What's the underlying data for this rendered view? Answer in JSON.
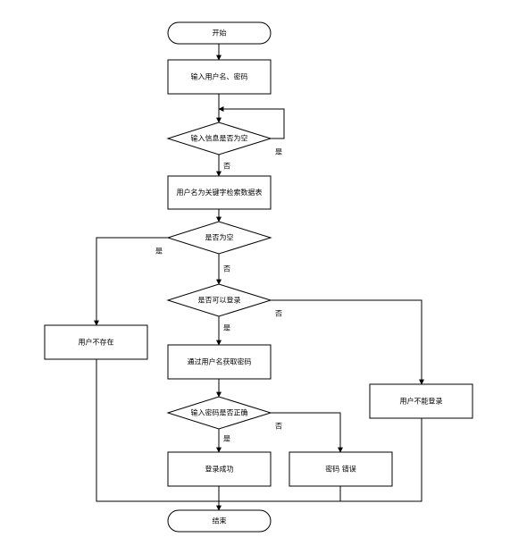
{
  "nodes": {
    "start": "开始",
    "input_user_pass": "输入用户名、密码",
    "check_input_empty": "输入信息是否为空",
    "search_db": "用户名为关键字检索数据表",
    "check_empty": "是否为空",
    "check_can_login": "是否可以登录",
    "user_not_exist": "用户不存在",
    "get_password": "通过用户名获取密码",
    "cannot_login": "用户不能登录",
    "check_password": "输入密码是否正确",
    "login_success": "登录成功",
    "password_error": "密码 错误",
    "end": "结束"
  },
  "edge_labels": {
    "input_empty_yes": "是",
    "input_empty_no": "否",
    "empty_yes": "是",
    "empty_no": "否",
    "login_yes": "是",
    "login_no": "否",
    "pw_yes": "是",
    "pw_no": "否"
  },
  "colors": {
    "stroke": "#000000",
    "fill": "#ffffff"
  }
}
